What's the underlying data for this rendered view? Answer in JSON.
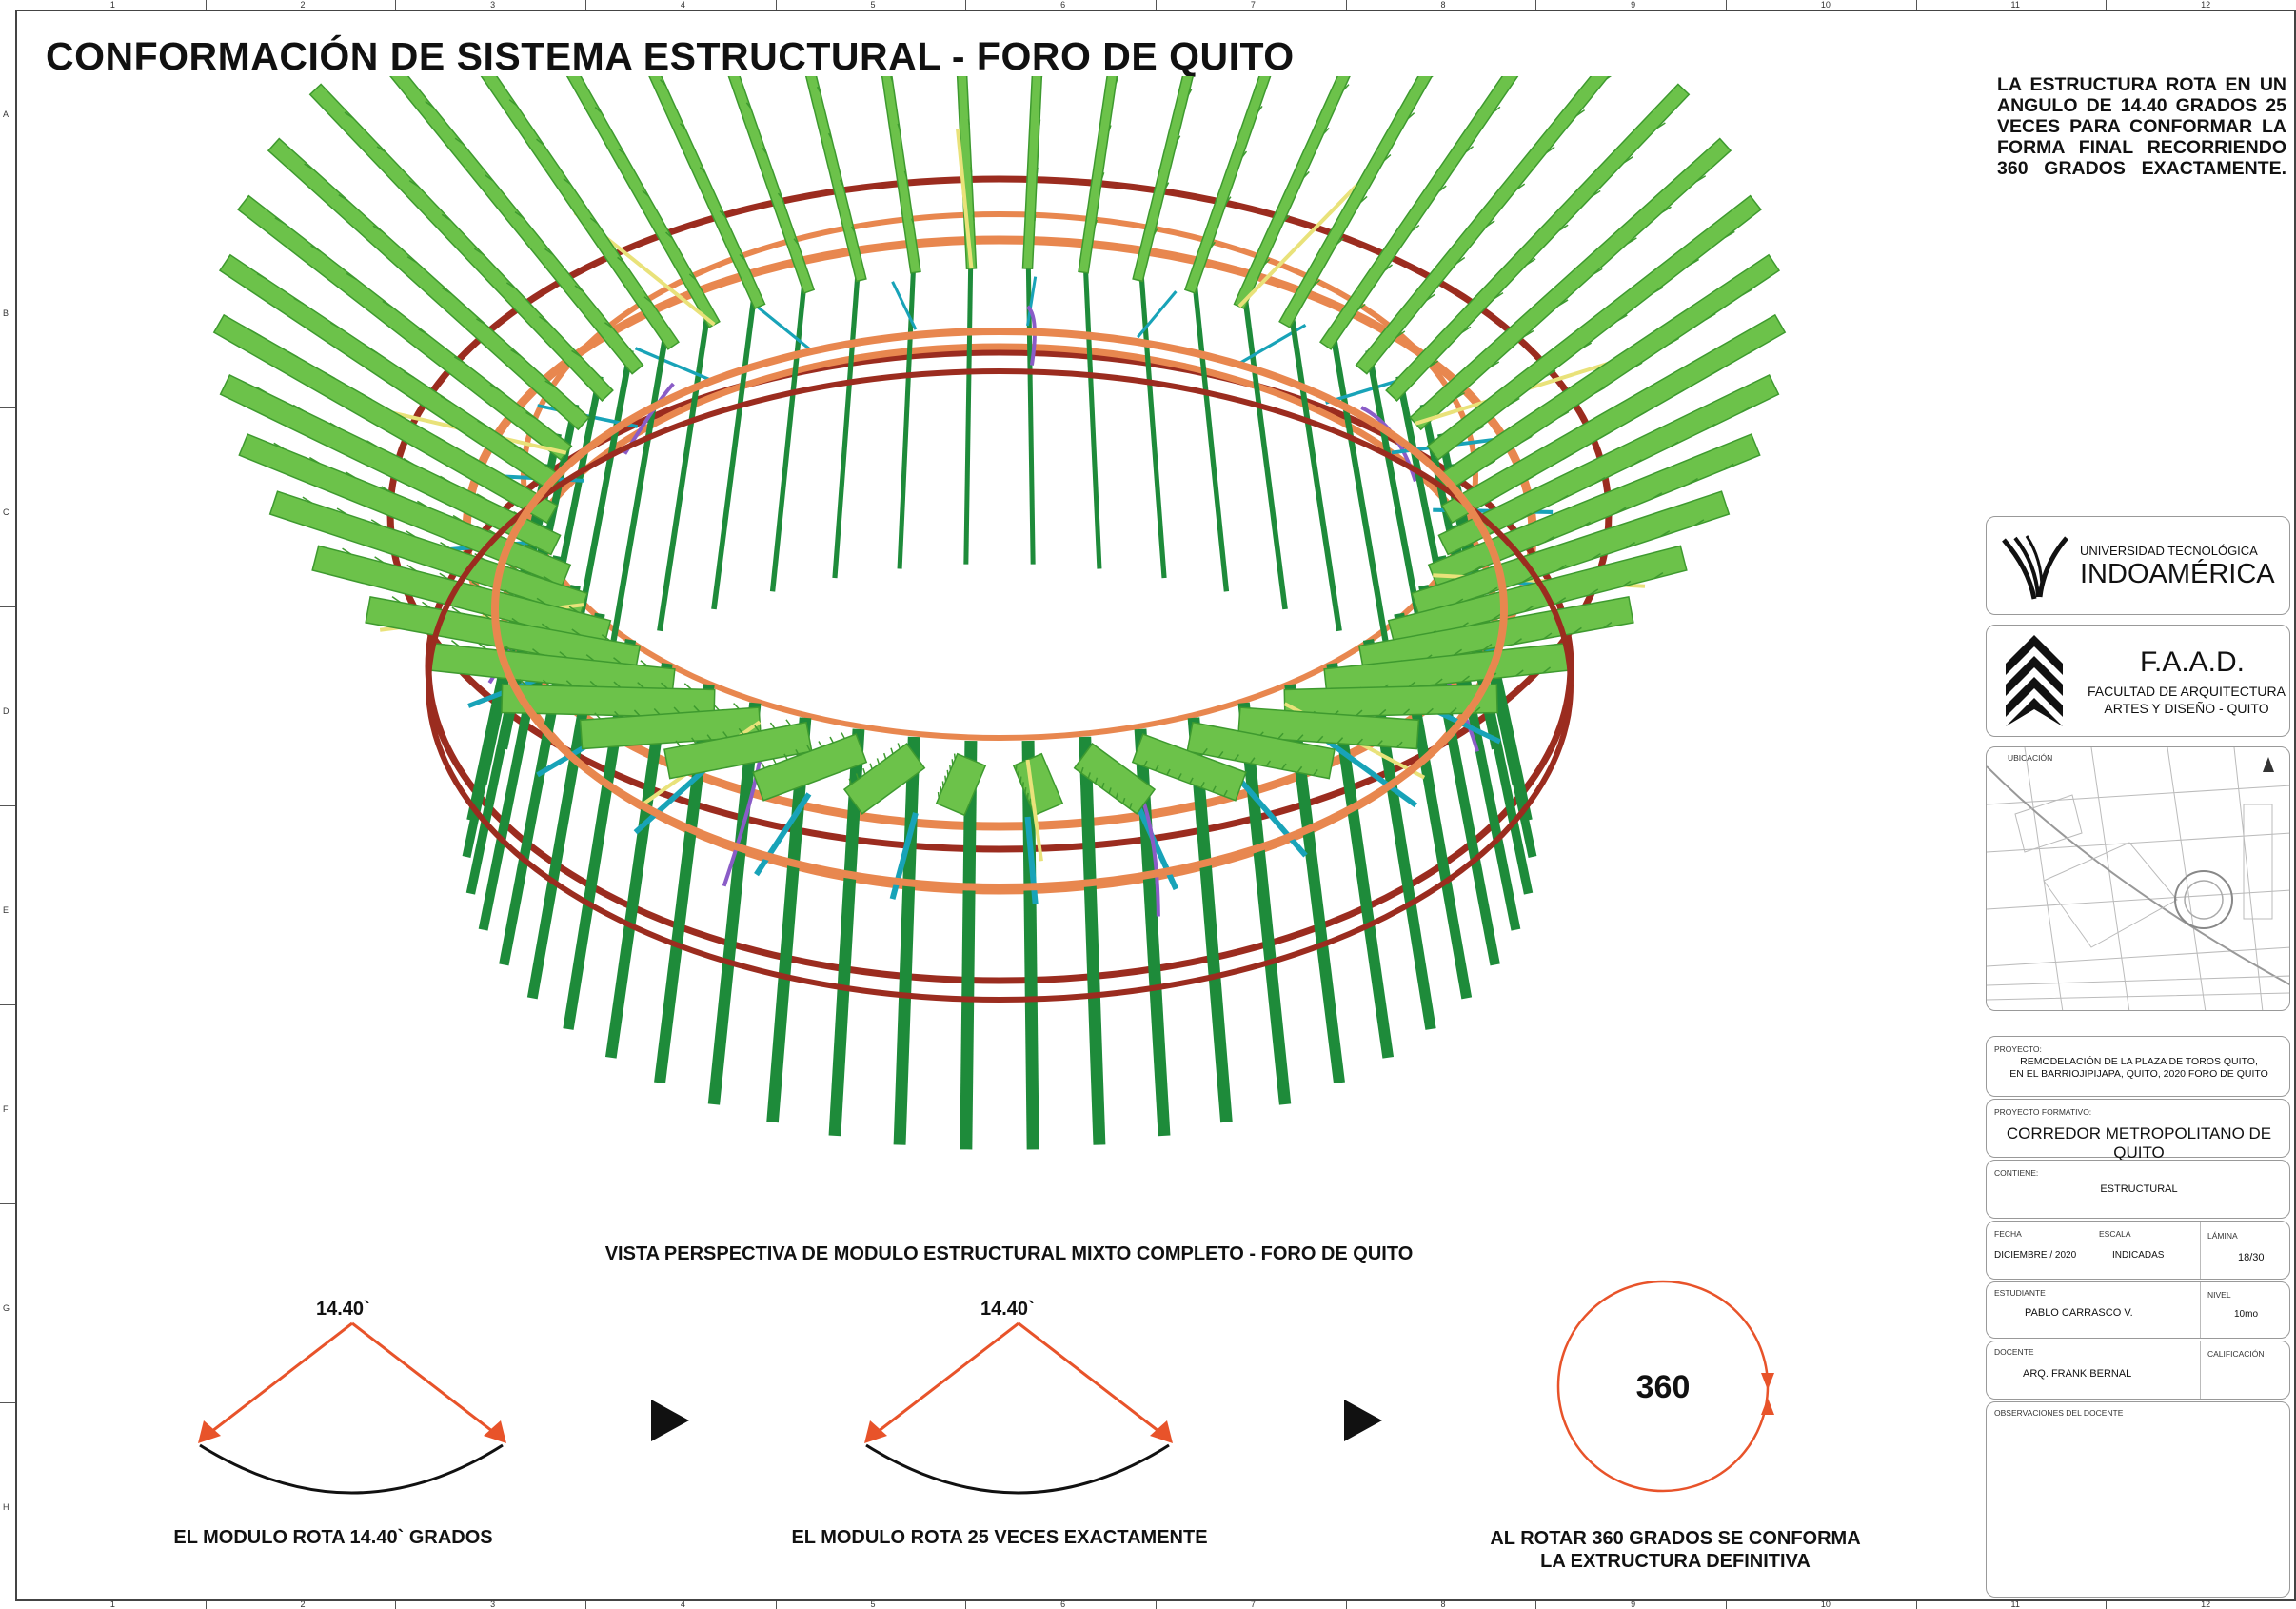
{
  "title": "CONFORMACIÓN DE SISTEMA ESTRUCTURAL - FORO DE QUITO",
  "note_lines": [
    "LA ESTRUCTURA ROTA EN UN",
    "ANGULO DE 14.40 GRADOS 25",
    "VECES PARA CONFORMAR LA",
    "FORMA FINAL RECORRIENDO",
    "360 GRADOS EXACTAMENTE."
  ],
  "ruler": {
    "columns": [
      "1",
      "2",
      "3",
      "4",
      "5",
      "6",
      "7",
      "8",
      "9",
      "10",
      "11",
      "12"
    ],
    "rows": [
      "A",
      "B",
      "C",
      "D",
      "E",
      "F",
      "G",
      "H"
    ]
  },
  "view_caption": "VISTA PERSPECTIVA DE MODULO ESTRUCTURAL MIXTO COMPLETO - FORO DE QUITO",
  "diagrams": [
    {
      "angle": "14.40`",
      "caption": "EL MODULO ROTA 14.40` GRADOS"
    },
    {
      "angle": "14.40`",
      "caption": "EL MODULO ROTA 25 VECES EXACTAMENTE"
    },
    {
      "value": "360",
      "caption_lines": [
        "AL ROTAR 360 GRADOS SE CONFORMA",
        "LA EXTRUCTURA DEFINITIVA"
      ]
    }
  ],
  "colors": {
    "arrow": "#e8532a",
    "ring_dark": "#9b2c1f",
    "ring_orange": "#e8874f",
    "green_light": "#6cc24a",
    "green_dark": "#1e8b3a",
    "teal": "#18a3b8",
    "yellow": "#e9e27a",
    "purple": "#8a5cc7"
  },
  "title_block": {
    "university_line1": "UNIVERSIDAD TECNOLÓGICA",
    "university_line2": "INDOAMÉRICA",
    "faculty_abbr": "F.A.A.D.",
    "faculty_line1": "FACULTAD DE ARQUITECTURA",
    "faculty_line2": "ARTES Y DISEÑO - QUITO",
    "location_label": "UBICACIÓN",
    "project_label": "PROYECTO:",
    "project_line1": "REMODELACIÓN DE LA PLAZA DE TOROS QUITO,",
    "project_line2": "EN EL BARRIOJIPIJAPA, QUITO, 2020.FORO DE QUITO",
    "formative_label": "PROYECTO FORMATIVO:",
    "formative_value": "CORREDOR METROPOLITANO DE QUITO",
    "contains_label": "CONTIENE:",
    "contains_value": "ESTRUCTURAL",
    "date_label": "FECHA",
    "date_value": "DICIEMBRE / 2020",
    "scale_label": "ESCALA",
    "scale_value": "INDICADAS",
    "sheet_label": "LÁMINA",
    "sheet_value": "18/30",
    "student_label": "ESTUDIANTE",
    "student_value": "PABLO CARRASCO V.",
    "level_label": "NIVEL",
    "level_value": "10mo",
    "teacher_label": "DOCENTE",
    "teacher_value": "ARQ. FRANK BERNAL",
    "grade_label": "CALIFICACIÓN",
    "observations_label": "OBSERVACIONES DEL DOCENTE"
  }
}
